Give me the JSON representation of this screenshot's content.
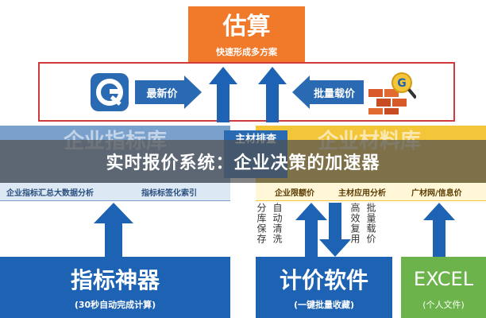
{
  "top": {
    "title": "估算",
    "subtitle": "快速形成多方案"
  },
  "red_row": {
    "left_arrow_label": "最新价",
    "right_arrow_label": "批量载价"
  },
  "center": {
    "label": "主材排查"
  },
  "left_panel": {
    "big": "企业指标库",
    "items": [
      "企业指标汇总大数据分析",
      "指标标签化索引"
    ]
  },
  "right_panel": {
    "big": "企业材料库",
    "items": [
      "企业限额价",
      "主材应用分析",
      "广材网/信息价"
    ]
  },
  "banner": {
    "text": "实时报价系统：企业决策的加速器"
  },
  "middle_labels": {
    "col1": "分库保存",
    "col2": "自动清洗",
    "col3": "高效复用",
    "col4": "批量载价"
  },
  "bottom": [
    {
      "title": "指标神器",
      "subtitle": "(30秒自动完成计算)"
    },
    {
      "title": "计价软件",
      "subtitle": "(一键批量收藏)"
    },
    {
      "title": "EXCEL",
      "subtitle": "(个人文件)"
    }
  ],
  "colors": {
    "orange": "#f07a2a",
    "blue": "#1d62b3",
    "yellow": "#f3c63a",
    "green": "#6bb34a",
    "red": "#d13a3a"
  }
}
